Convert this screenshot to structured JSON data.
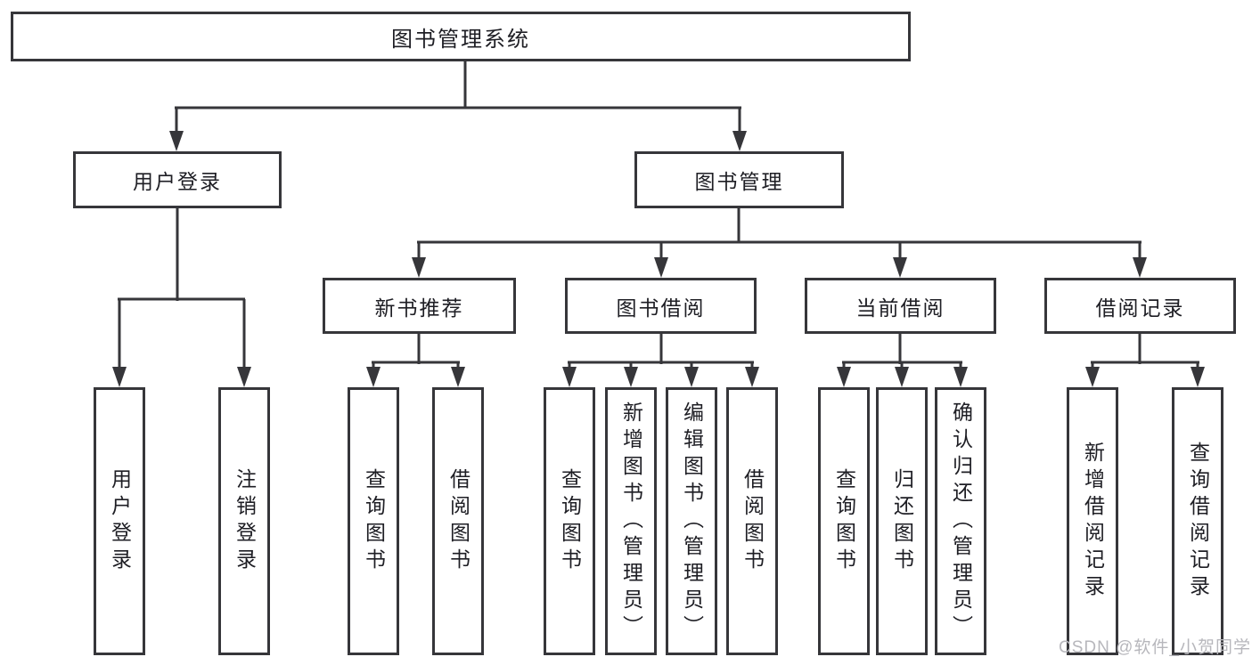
{
  "tree": {
    "root": "图书管理系统",
    "branches": [
      {
        "label": "用户登录",
        "children": [
          "用户登录",
          "注销登录"
        ]
      },
      {
        "label": "图书管理",
        "children": [
          {
            "label": "新书推荐",
            "children": [
              "查询图书",
              "借阅图书"
            ]
          },
          {
            "label": "图书借阅",
            "children": [
              "查询图书",
              "新增图书（管理员）",
              "编辑图书（管理员）",
              "借阅图书"
            ]
          },
          {
            "label": "当前借阅",
            "children": [
              "查询图书",
              "归还图书",
              "确认归还（管理员）"
            ]
          },
          {
            "label": "借阅记录",
            "children": [
              "新增借阅记录",
              "查询借阅记录"
            ]
          }
        ]
      }
    ]
  },
  "watermark": "CSDN @软件_小贺同学",
  "colors": {
    "line": "#36363a",
    "text": "#1e1e24",
    "watermark": "#b7b7bc",
    "background": "#ffffff"
  }
}
